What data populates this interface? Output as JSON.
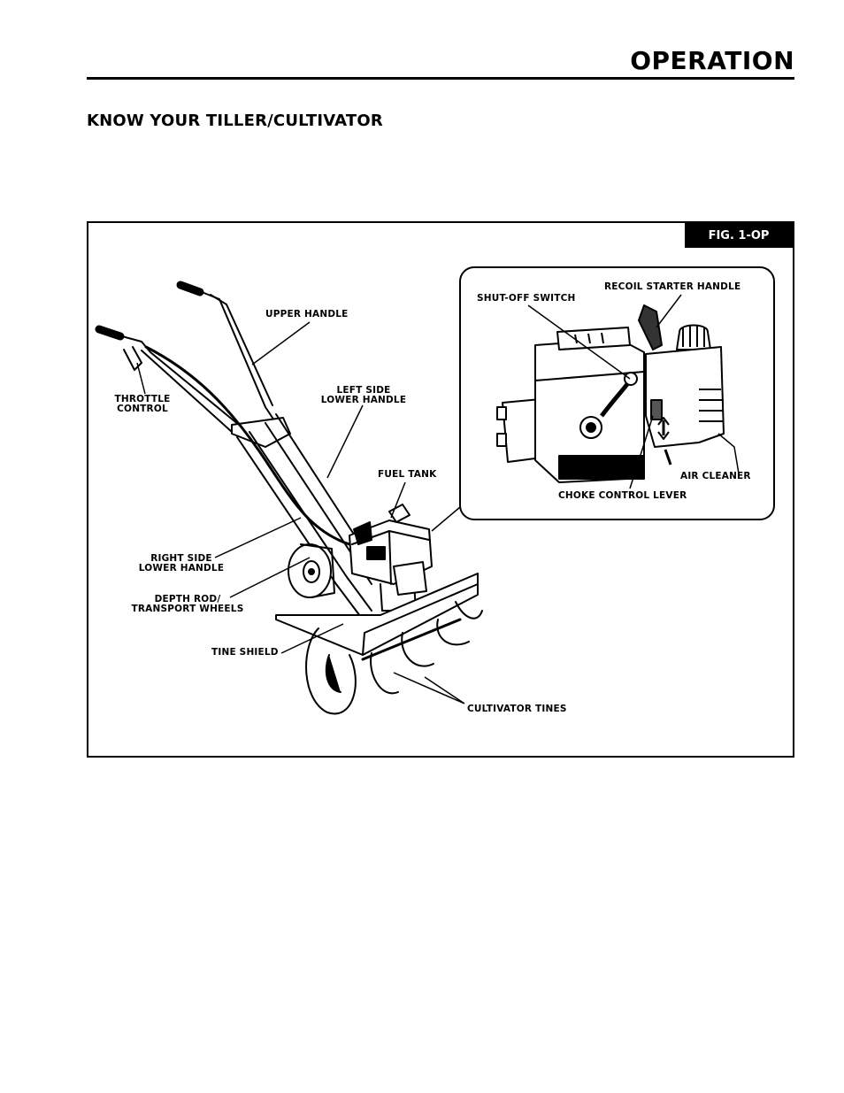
{
  "header": {
    "title": "OPERATION"
  },
  "section": {
    "heading": "KNOW YOUR TILLER/CULTIVATOR"
  },
  "figure": {
    "tag": "FIG. 1-OP",
    "labels": {
      "upper_handle": "UPPER HANDLE",
      "throttle_control_1": "THROTTLE",
      "throttle_control_2": "CONTROL",
      "left_side_lower_handle_1": "LEFT SIDE",
      "left_side_lower_handle_2": "LOWER HANDLE",
      "fuel_tank": "FUEL TANK",
      "right_side_lower_handle_1": "RIGHT SIDE",
      "right_side_lower_handle_2": "LOWER HANDLE",
      "depth_rod_1": "DEPTH ROD/",
      "depth_rod_2": "TRANSPORT WHEELS",
      "tine_shield": "TINE SHIELD",
      "cultivator_tines": "CULTIVATOR TINES",
      "shut_off_switch": "SHUT-OFF SWITCH",
      "recoil_starter_handle": "RECOIL STARTER HANDLE",
      "air_cleaner": "AIR  CLEANER",
      "choke_control_lever": "CHOKE CONTROL LEVER"
    }
  }
}
